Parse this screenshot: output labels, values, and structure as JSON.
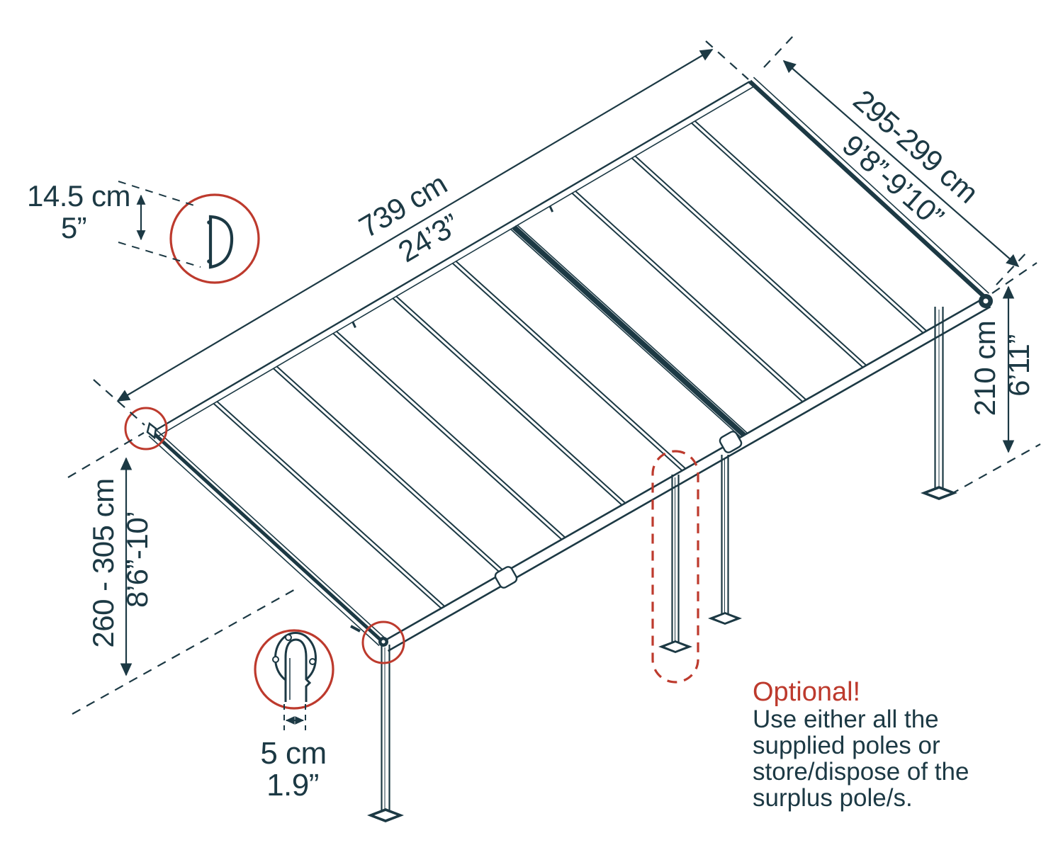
{
  "title": "Patio cover dimensions diagram",
  "colors": {
    "ink": "#1c3944",
    "red": "#bd3a2d",
    "background": "#ffffff"
  },
  "dimensions": {
    "profile_height": {
      "metric": "14.5 cm",
      "imperial": "5”"
    },
    "length": {
      "metric": "739 cm",
      "imperial": "24’3”"
    },
    "depth": {
      "metric": "295-299 cm",
      "imperial": "9’8”-9’10”"
    },
    "clearance": {
      "metric": "210 cm",
      "imperial": "6’11”"
    },
    "wall_height": {
      "metric": "260 - 305 cm",
      "imperial": "8’6”-10’"
    },
    "pole_diameter": {
      "metric": "5 cm",
      "imperial": "1.9”"
    }
  },
  "note": {
    "title": "Optional!",
    "lines": [
      "Use either all the",
      "supplied poles or",
      "store/dispose of the",
      "surplus pole/s."
    ]
  }
}
